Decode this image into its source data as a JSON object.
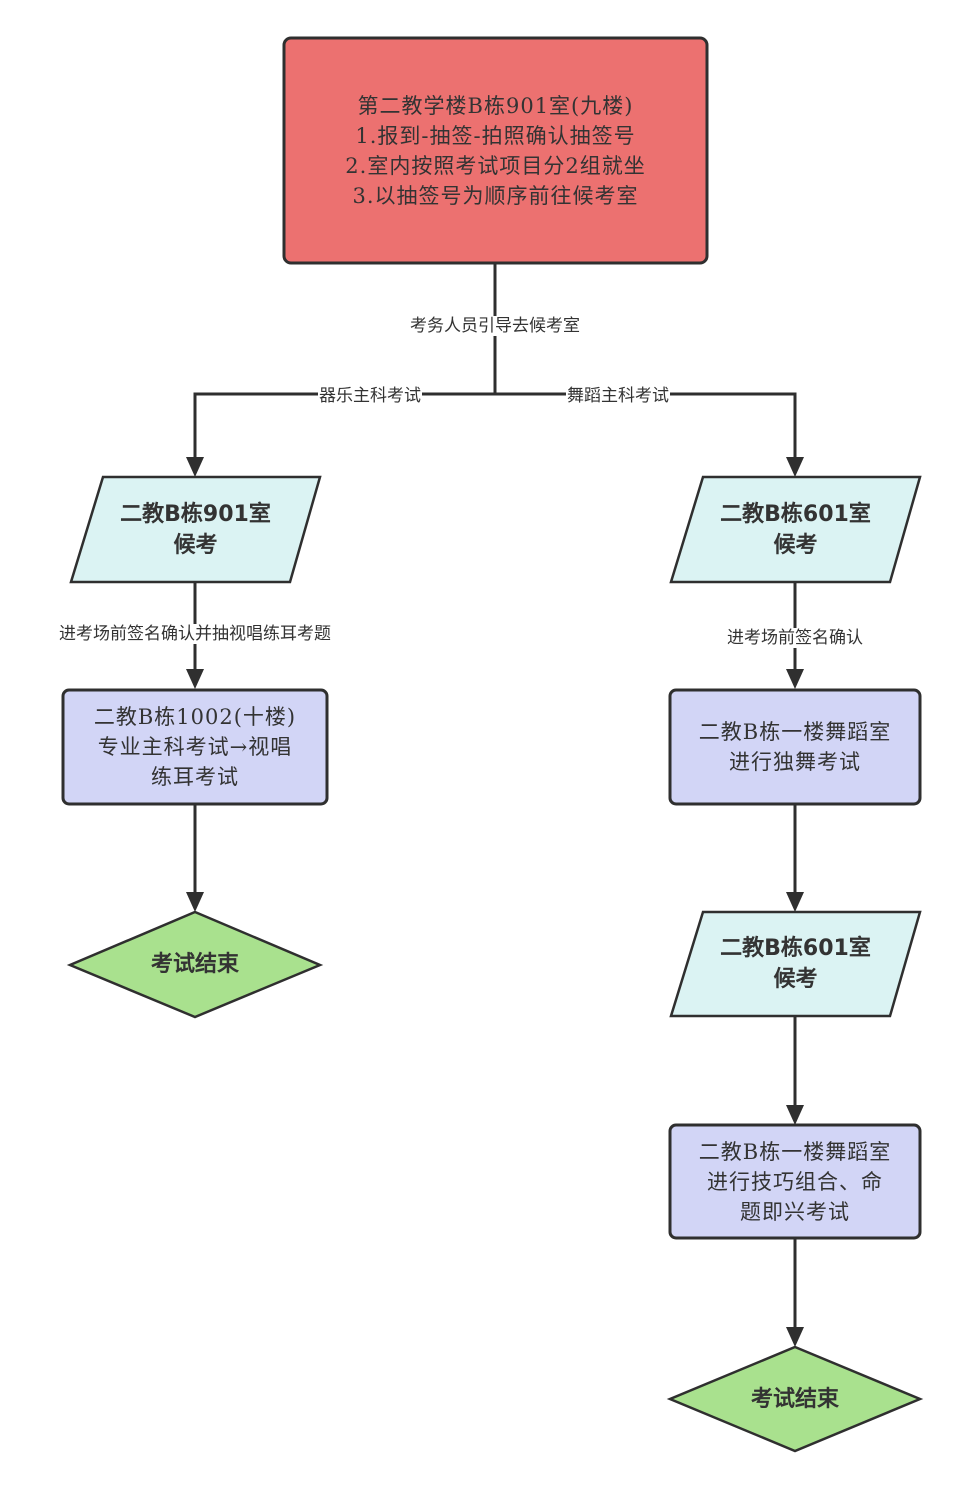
{
  "diagram": {
    "colors": {
      "start_fill": "#ec7170",
      "wait_fill": "#dbf3f3",
      "process_fill": "#d2d5f6",
      "end_fill": "#a9e18e",
      "stroke": "#2f2f2f",
      "text": "#333333"
    },
    "nodes": {
      "start": {
        "shape": "rounded-rect",
        "text": "第二教学楼B栋901室(九楼)\n1.报到-抽签-拍照确认抽签号\n2.室内按照考试项目分2组就坐\n3.以抽签号为顺序前往候考室"
      },
      "left_wait": {
        "shape": "parallelogram",
        "text": "二教B栋901室\n候考"
      },
      "left_exam": {
        "shape": "rounded-rect",
        "text": "二教B栋1002(十楼)\n专业主科考试→视唱\n练耳考试"
      },
      "left_end": {
        "shape": "diamond",
        "text": "考试结束"
      },
      "right_wait1": {
        "shape": "parallelogram",
        "text": "二教B栋601室\n候考"
      },
      "right_exam1": {
        "shape": "rounded-rect",
        "text": "二教B栋一楼舞蹈室\n进行独舞考试"
      },
      "right_wait2": {
        "shape": "parallelogram",
        "text": "二教B栋601室\n候考"
      },
      "right_exam2": {
        "shape": "rounded-rect",
        "text": "二教B栋一楼舞蹈室\n进行技巧组合、命\n题即兴考试"
      },
      "right_end": {
        "shape": "diamond",
        "text": "考试结束"
      }
    },
    "edges": {
      "start_to_branch": {
        "from": "start",
        "label": "考务人员引导去候考室"
      },
      "to_left": {
        "from": "start",
        "to": "left_wait",
        "label": "器乐主科考试"
      },
      "to_right": {
        "from": "start",
        "to": "right_wait1",
        "label": "舞蹈主科考试"
      },
      "left_wait_to_exam": {
        "from": "left_wait",
        "to": "left_exam",
        "label": "进考场前签名确认并抽视唱练耳考题"
      },
      "left_exam_to_end": {
        "from": "left_exam",
        "to": "left_end",
        "label": ""
      },
      "right_wait1_to_exam1": {
        "from": "right_wait1",
        "to": "right_exam1",
        "label": "进考场前签名确认"
      },
      "right_exam1_to_wait2": {
        "from": "right_exam1",
        "to": "right_wait2",
        "label": ""
      },
      "right_wait2_to_exam2": {
        "from": "right_wait2",
        "to": "right_exam2",
        "label": ""
      },
      "right_exam2_to_end": {
        "from": "right_exam2",
        "to": "right_end",
        "label": ""
      }
    }
  }
}
